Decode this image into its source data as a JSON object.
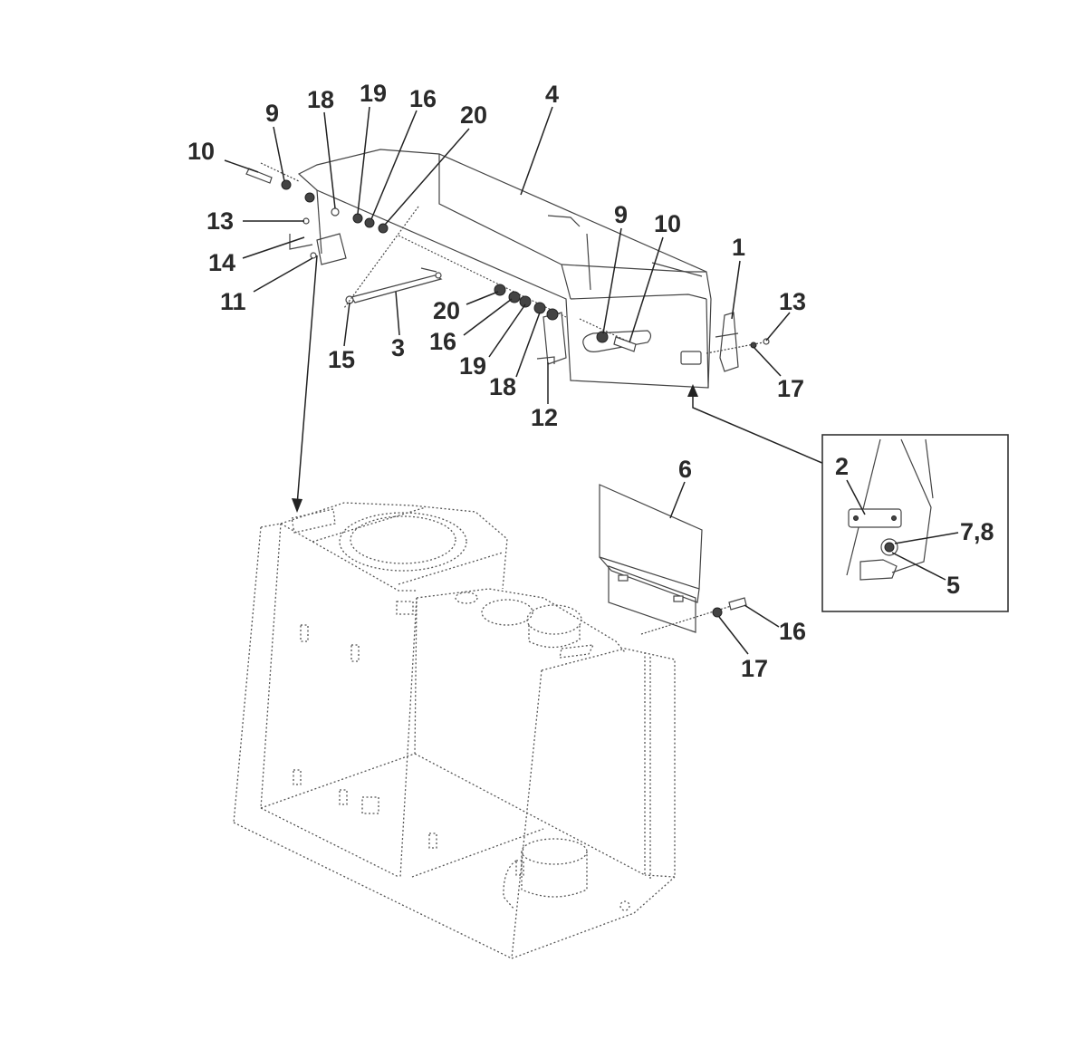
{
  "callouts": {
    "c10a": "10",
    "c9a": "9",
    "c18a": "18",
    "c19a": "19",
    "c16a": "16",
    "c20a": "20",
    "c4": "4",
    "c13a": "13",
    "c14": "14",
    "c11": "11",
    "c15": "15",
    "c3": "3",
    "c20b": "20",
    "c16b": "16",
    "c19b": "19",
    "c18b": "18",
    "c12": "12",
    "c9b": "9",
    "c10b": "10",
    "c1": "1",
    "c13b": "13",
    "c17a": "17",
    "c6": "6",
    "c16c": "16",
    "c17b": "17",
    "c2": "2",
    "c78": "7,8",
    "c5": "5"
  }
}
